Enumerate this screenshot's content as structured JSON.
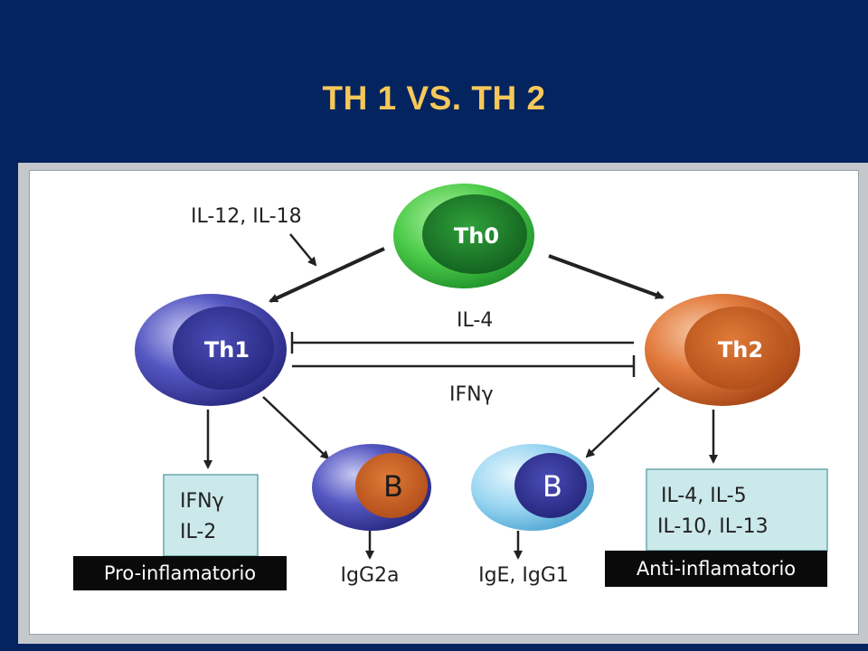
{
  "slide": {
    "title": "TH 1 VS. TH 2"
  },
  "diagram": {
    "cells": {
      "th0": "Th0",
      "th1": "Th1",
      "th2": "Th2",
      "b_left": "B",
      "b_right": "B"
    },
    "labels": {
      "il12_il18": "IL-12, IL-18",
      "il4": "IL-4",
      "ifng": "IFNγ"
    },
    "th1_products": {
      "line1": "IFNγ",
      "line2": "IL-2"
    },
    "th2_products": {
      "line1": "IL-4, IL-5",
      "line2": "IL-10, IL-13"
    },
    "th1_tag": "Pro-inflamatorio",
    "th2_tag": "Anti-inflamatorio",
    "antibodies": {
      "left": "IgG2a",
      "right": "IgE, IgG1"
    }
  },
  "colors": {
    "background": "#03245f",
    "title": "#f6c85a",
    "th0": "#37b940",
    "th1": "#3f41a8",
    "th2": "#d9652a",
    "b_cell_light": "#8fd1f0",
    "product_box": "#cbe8ea"
  }
}
